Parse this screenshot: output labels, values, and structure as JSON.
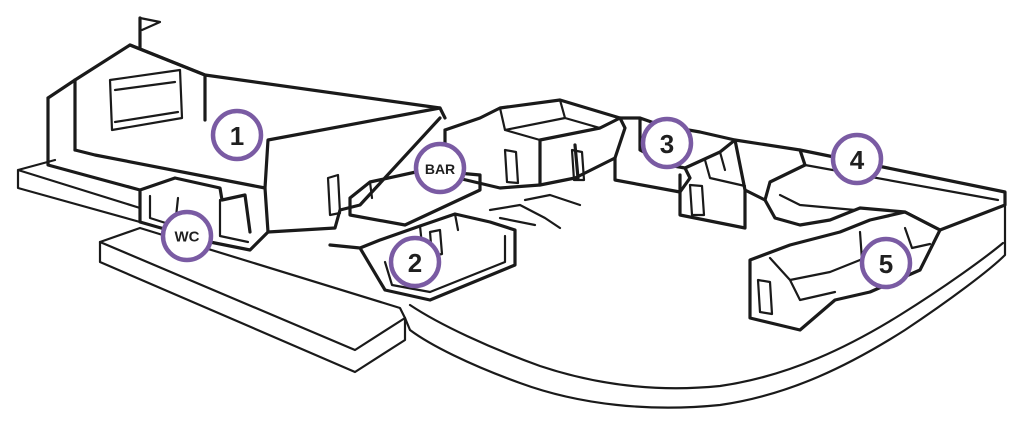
{
  "map": {
    "markers": [
      {
        "id": "1",
        "label": "1"
      },
      {
        "id": "2",
        "label": "2"
      },
      {
        "id": "3",
        "label": "3"
      },
      {
        "id": "4",
        "label": "4"
      },
      {
        "id": "5",
        "label": "5"
      },
      {
        "id": "bar",
        "label": "BAR"
      },
      {
        "id": "wc",
        "label": "WC"
      }
    ],
    "marker_color": "#7a5ba3"
  }
}
